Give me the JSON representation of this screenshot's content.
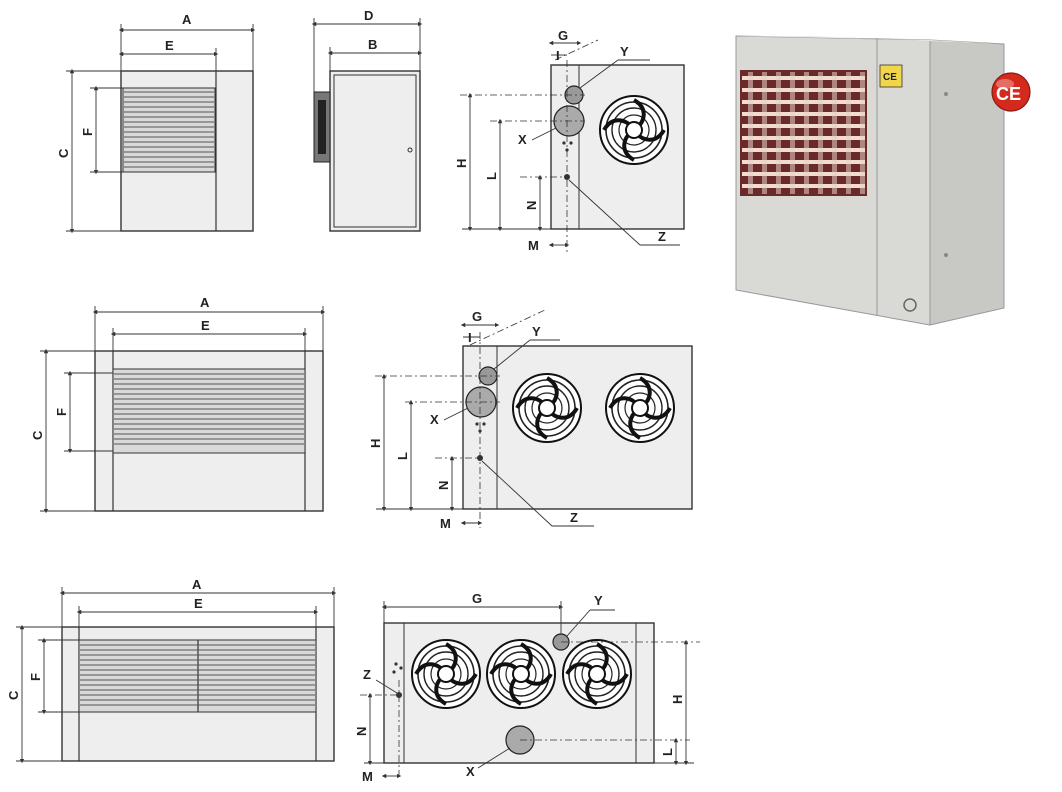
{
  "diagram": {
    "dimension_letters": [
      "A",
      "B",
      "C",
      "D",
      "E",
      "F",
      "G",
      "H",
      "I",
      "L",
      "M",
      "N",
      "X",
      "Y",
      "Z"
    ],
    "view1_front": {
      "labels": {
        "A": "A",
        "E": "E",
        "C": "C",
        "F": "F"
      }
    },
    "view1_side": {
      "labels": {
        "D": "D",
        "B": "B"
      }
    },
    "view1_back": {
      "labels": {
        "G": "G",
        "I": "I",
        "Y": "Y",
        "X": "X",
        "H": "H",
        "L": "L",
        "N": "N",
        "M": "M",
        "Z": "Z"
      },
      "fans": 1
    },
    "view2_front": {
      "labels": {
        "A": "A",
        "E": "E",
        "C": "C",
        "F": "F"
      }
    },
    "view2_back": {
      "labels": {
        "G": "G",
        "I": "I",
        "Y": "Y",
        "X": "X",
        "H": "H",
        "L": "L",
        "N": "N",
        "M": "M",
        "Z": "Z"
      },
      "fans": 2
    },
    "view3_front": {
      "labels": {
        "A": "A",
        "E": "E",
        "C": "C",
        "F": "F"
      }
    },
    "view3_back": {
      "labels": {
        "G": "G",
        "Y": "Y",
        "Z": "Z",
        "H": "H",
        "N": "N",
        "L": "L",
        "M": "M",
        "X": "X"
      },
      "fans": 3
    },
    "photo": {
      "ce_mark": "CE",
      "ce_small": "CE",
      "product": "unit heater"
    }
  },
  "colors": {
    "body": "#dcdcdc",
    "grille_dark": "#6b2a2a",
    "ce_red": "#d42a1e"
  }
}
